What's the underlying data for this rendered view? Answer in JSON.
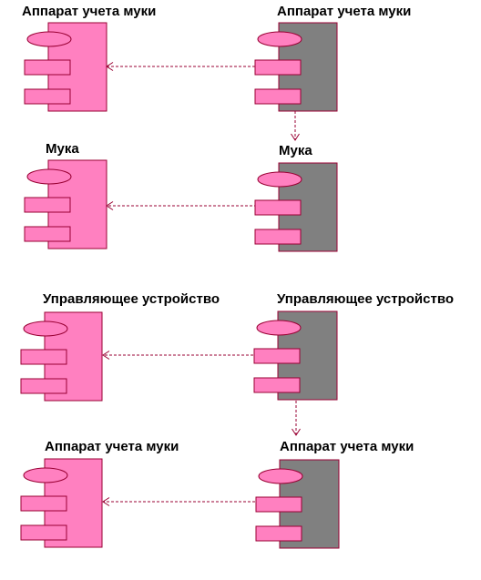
{
  "colors": {
    "background": "#ffffff",
    "component_fill_pink": "#ff80c0",
    "component_fill_gray": "#808080",
    "component_stroke": "#990033",
    "dependency_stroke": "#990033",
    "label_text": "#000000"
  },
  "components": [
    {
      "id": "c1",
      "label": "Аппарат учета муки",
      "fill": "pink"
    },
    {
      "id": "c2",
      "label": "Аппарат учета муки",
      "fill": "gray"
    },
    {
      "id": "c3",
      "label": "Мука",
      "fill": "pink"
    },
    {
      "id": "c4",
      "label": "Мука",
      "fill": "gray"
    },
    {
      "id": "c5",
      "label": "Управляющее устройство",
      "fill": "pink"
    },
    {
      "id": "c6",
      "label": "Управляющее устройство",
      "fill": "gray"
    },
    {
      "id": "c7",
      "label": "Аппарат учета муки",
      "fill": "pink"
    },
    {
      "id": "c8",
      "label": "Аппарат учета муки",
      "fill": "gray"
    }
  ],
  "dependencies": [
    {
      "from": "c2",
      "to": "c1",
      "style": "dashed-arrow"
    },
    {
      "from": "c2",
      "to": "c4",
      "style": "dashed-arrow"
    },
    {
      "from": "c4",
      "to": "c3",
      "style": "dashed-arrow"
    },
    {
      "from": "c6",
      "to": "c5",
      "style": "dashed-arrow"
    },
    {
      "from": "c6",
      "to": "c8",
      "style": "dashed-arrow"
    },
    {
      "from": "c8",
      "to": "c7",
      "style": "dashed-arrow"
    }
  ]
}
